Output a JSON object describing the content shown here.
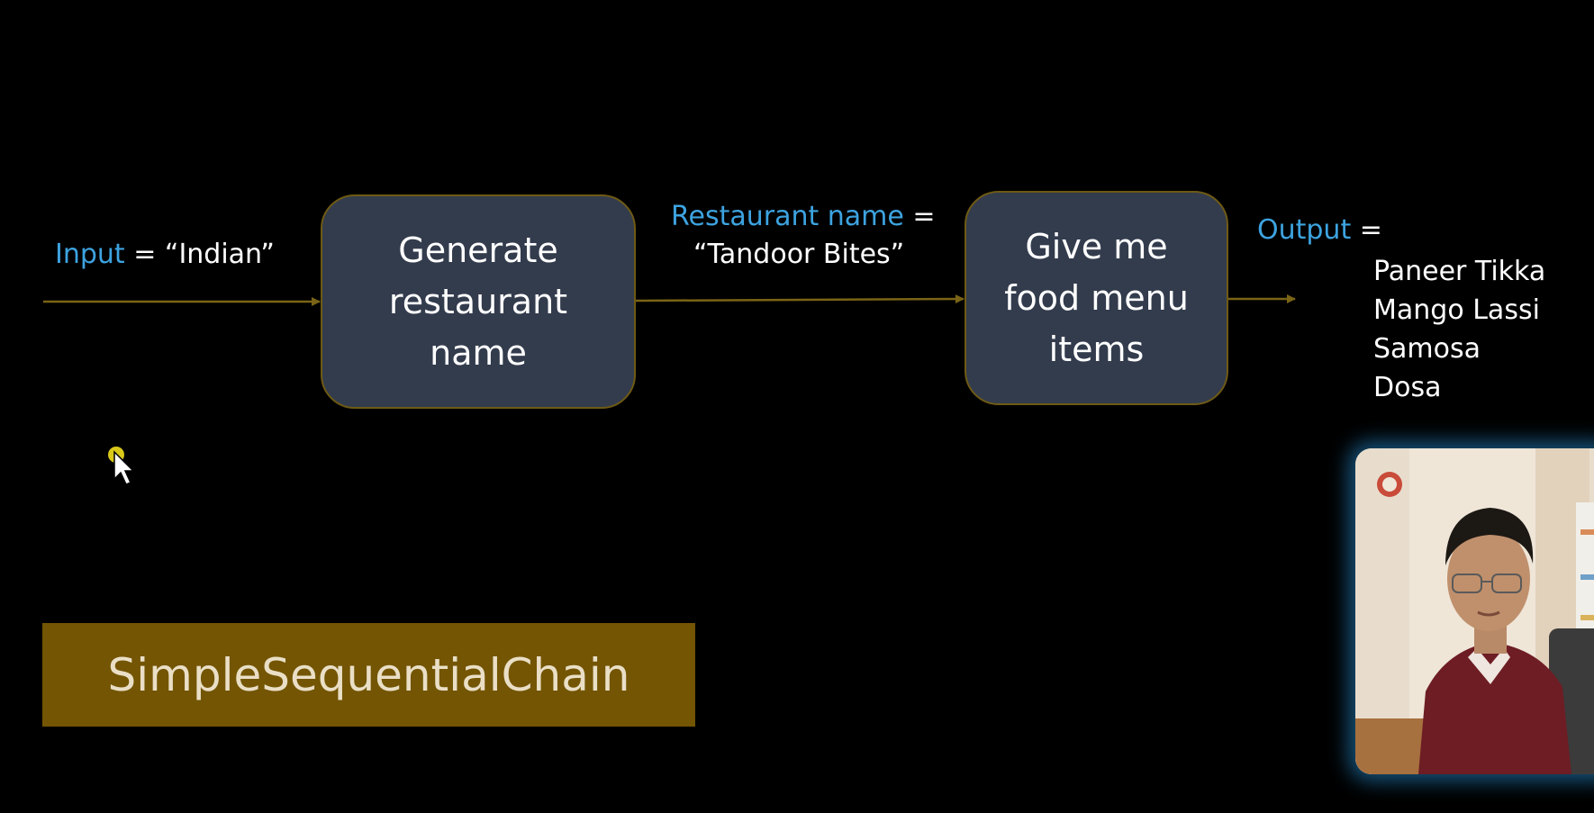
{
  "input_label": {
    "key": "Input",
    "value": " = “Indian”"
  },
  "step1": {
    "lines": [
      "Generate",
      "restaurant",
      "name"
    ]
  },
  "intermediate_label": {
    "key": "Restaurant name",
    "eq": " =",
    "value": "“Tandoor Bites”"
  },
  "step2": {
    "lines": [
      "Give me",
      "food menu",
      "items"
    ]
  },
  "output_label": {
    "key": "Output",
    "eq": " =",
    "items": [
      "Paneer Tikka",
      "Mango Lassi",
      "Samosa",
      "Dosa"
    ]
  },
  "chain_name": "SimpleSequentialChain",
  "colors": {
    "background": "#000000",
    "box_fill": "#333c4d",
    "box_border": "#6e5a14",
    "arrow": "#7a6415",
    "key_text": "#3da3e0",
    "banner": "#735503",
    "banner_text": "#eadfc6"
  },
  "icons": [
    "mouse-pointer-icon"
  ],
  "presenter_video": "presenter-webcam"
}
